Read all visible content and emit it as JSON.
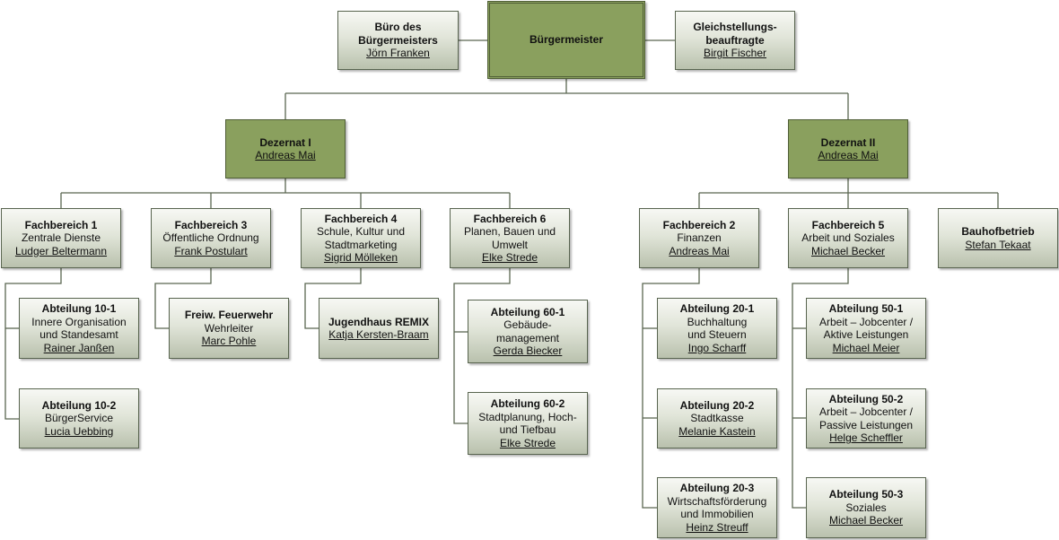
{
  "org": {
    "mayor": {
      "title": "Bürgermeister"
    },
    "office": {
      "title": "Büro des\nBürgermeisters",
      "person": "Jörn Franken"
    },
    "equality": {
      "title": "Gleichstellungs-\nbeauftragte",
      "person": "Birgit Fischer"
    },
    "dez1": {
      "title": "Dezernat I",
      "person": "Andreas Mai"
    },
    "dez2": {
      "title": "Dezernat II",
      "person": "Andreas Mai"
    },
    "fb1": {
      "title": "Fachbereich 1",
      "desc": "Zentrale Dienste",
      "person": "Ludger Beltermann"
    },
    "fb3": {
      "title": "Fachbereich 3",
      "desc": "Öffentliche Ordnung",
      "person": "Frank Postulart"
    },
    "fb4": {
      "title": "Fachbereich 4",
      "desc": "Schule, Kultur und\nStadtmarketing",
      "person": "Sigrid Mölleken"
    },
    "fb6": {
      "title": "Fachbereich 6",
      "desc": "Planen, Bauen und\nUmwelt",
      "person": "Elke Strede"
    },
    "fb2": {
      "title": "Fachbereich 2",
      "desc": "Finanzen",
      "person": "Andreas Mai"
    },
    "fb5": {
      "title": "Fachbereich 5",
      "desc": "Arbeit und Soziales",
      "person": "Michael Becker"
    },
    "bauhof": {
      "title": "Bauhofbetrieb",
      "person": "Stefan Tekaat"
    },
    "a10_1": {
      "title": "Abteilung 10-1",
      "desc": "Innere Organisation\nund Standesamt",
      "person": "Rainer Janßen"
    },
    "a10_2": {
      "title": "Abteilung 10-2",
      "desc": "BürgerService",
      "person": "Lucia Uebbing"
    },
    "feuerwehr": {
      "title": "Freiw. Feuerwehr",
      "desc": "Wehrleiter",
      "person": "Marc Pohle"
    },
    "remix": {
      "title": "Jugendhaus REMIX",
      "person": "Katja Kersten-Braam"
    },
    "a60_1": {
      "title": "Abteilung 60-1",
      "desc": "Gebäude-\nmanagement",
      "person": "Gerda Biecker"
    },
    "a60_2": {
      "title": "Abteilung 60-2",
      "desc": "Stadtplanung, Hoch-\nund Tiefbau",
      "person": "Elke Strede"
    },
    "a20_1": {
      "title": "Abteilung 20-1",
      "desc": "Buchhaltung\nund Steuern",
      "person": "Ingo Scharff"
    },
    "a20_2": {
      "title": "Abteilung 20-2",
      "desc": "Stadtkasse",
      "person": "Melanie Kastein"
    },
    "a20_3": {
      "title": "Abteilung 20-3",
      "desc": "Wirtschaftsförderung\nund Immobilien",
      "person": "Heinz Streuff"
    },
    "a50_1": {
      "title": "Abteilung 50-1",
      "desc": "Arbeit – Jobcenter /\nAktive Leistungen",
      "person": "Michael Meier"
    },
    "a50_2": {
      "title": "Abteilung 50-2",
      "desc": "Arbeit – Jobcenter /\nPassive Leistungen",
      "person": "Helge Scheffler"
    },
    "a50_3": {
      "title": "Abteilung 50-3",
      "desc": "Soziales",
      "person": "Michael Becker"
    }
  },
  "colors": {
    "line": "#5a6650",
    "box_green": "#8aa05e",
    "box_grey": "#dde2d4",
    "text": "#111111"
  }
}
